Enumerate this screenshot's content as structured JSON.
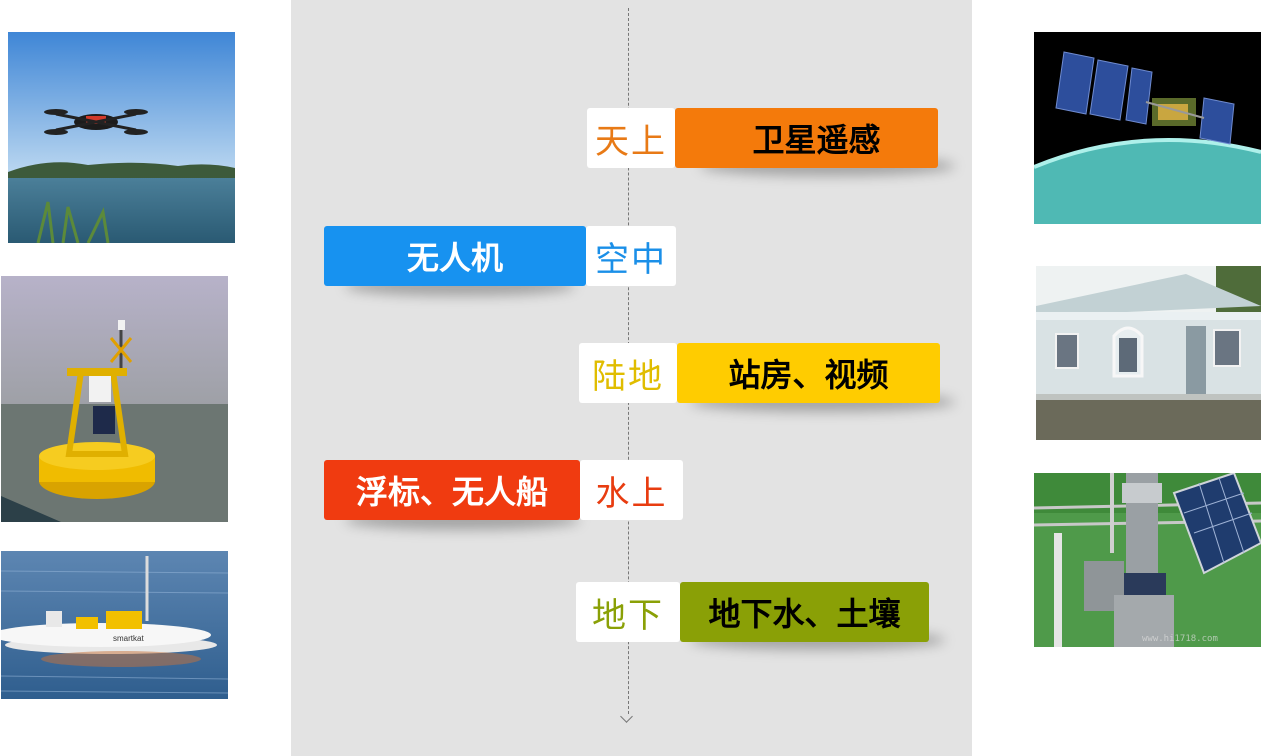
{
  "rows": [
    {
      "tag": "天上",
      "label": "卫星遥感",
      "bar_color": "#f47a0b",
      "tag_color": "#e87a16",
      "label_color": "#000000"
    },
    {
      "tag": "空中",
      "label": "无人机",
      "bar_color": "#1792f0",
      "tag_color": "#1a8fe8",
      "label_color": "#ffffff"
    },
    {
      "tag": "陆地",
      "label": "站房、视频",
      "bar_color": "#ffcc00",
      "tag_color": "#e0bd00",
      "label_color": "#000000"
    },
    {
      "tag": "水上",
      "label": "浮标、无人船",
      "bar_color": "#f03b10",
      "tag_color": "#e83c10",
      "label_color": "#ffffff"
    },
    {
      "tag": "地下",
      "label": "地下水、土壤",
      "bar_color": "#8aa006",
      "tag_color": "#8aa006",
      "label_color": "#000000"
    }
  ],
  "photos": {
    "drone": "drone-over-lake",
    "buoy": "yellow-buoy",
    "boat": "unmanned-boat",
    "satellite": "satellite-over-earth",
    "station": "monitoring-station-house",
    "groundwater": "groundwater-monitor-solar-panel"
  },
  "boat_brand": "smartkat",
  "watermark": "www.hi1718.com"
}
